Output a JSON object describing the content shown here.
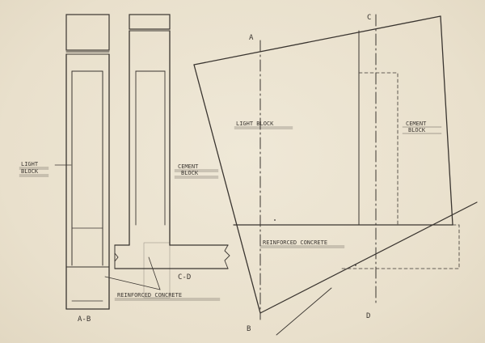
{
  "drawing": {
    "labels": {
      "light_block_left": [
        "LIGHT",
        "BLOCK"
      ],
      "cement_block_left": [
        "CEMENT",
        "BLOCK"
      ],
      "reinforced_concrete_left": "REINFORCED CONCRETE",
      "section_ab": "A-B",
      "section_cd": "C-D",
      "light_block_right": "LIGHT BLOCK",
      "cement_block_right": [
        "CEMENT",
        "BLOCK"
      ],
      "reinforced_concrete_right": "REINFORCED CONCRETE",
      "marker_a": "A",
      "marker_b": "B",
      "marker_c": "C",
      "marker_d": "D"
    },
    "colors": {
      "paper": "#ece4d2",
      "ink": "#3a3530"
    }
  }
}
